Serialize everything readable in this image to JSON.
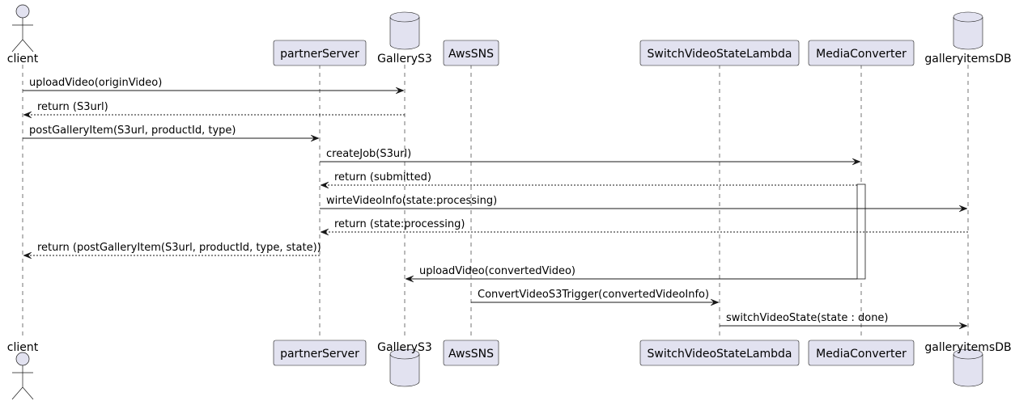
{
  "diagram": {
    "participants": [
      {
        "id": "client",
        "label": "client",
        "kind": "actor"
      },
      {
        "id": "partnerServer",
        "label": "partnerServer",
        "kind": "participant"
      },
      {
        "id": "GalleryS3",
        "label": "GalleryS3",
        "kind": "database"
      },
      {
        "id": "AwsSNS",
        "label": "AwsSNS",
        "kind": "participant"
      },
      {
        "id": "SwitchVideoStateLambda",
        "label": "SwitchVideoStateLambda",
        "kind": "participant"
      },
      {
        "id": "MediaConverter",
        "label": "MediaConverter",
        "kind": "participant"
      },
      {
        "id": "galleryitemsDB",
        "label": "galleryitemsDB",
        "kind": "database"
      }
    ],
    "messages": [
      {
        "from": "client",
        "to": "GalleryS3",
        "label": "uploadVideo(originVideo)",
        "style": "sync"
      },
      {
        "from": "GalleryS3",
        "to": "client",
        "label": "return (S3url)",
        "style": "return"
      },
      {
        "from": "client",
        "to": "partnerServer",
        "label": "postGalleryItem(S3url, productId, type)",
        "style": "sync"
      },
      {
        "from": "partnerServer",
        "to": "MediaConverter",
        "label": "createJob(S3url)",
        "style": "sync"
      },
      {
        "from": "MediaConverter",
        "to": "partnerServer",
        "label": "return (submitted)",
        "style": "return"
      },
      {
        "from": "partnerServer",
        "to": "galleryitemsDB",
        "label": "wirteVideoInfo(state:processing)",
        "style": "sync"
      },
      {
        "from": "galleryitemsDB",
        "to": "partnerServer",
        "label": "return (state:processing)",
        "style": "return"
      },
      {
        "from": "partnerServer",
        "to": "client",
        "label": "return (postGalleryItem(S3url, productId, type, state))",
        "style": "return"
      },
      {
        "from": "MediaConverter",
        "to": "GalleryS3",
        "label": "uploadVideo(convertedVideo)",
        "style": "sync"
      },
      {
        "from": "AwsSNS",
        "to": "SwitchVideoStateLambda",
        "label": "ConvertVideoS3Trigger(convertedVideoInfo)",
        "style": "sync"
      },
      {
        "from": "SwitchVideoStateLambda",
        "to": "galleryitemsDB",
        "label": "switchVideoState(state : done)",
        "style": "sync"
      }
    ],
    "activations": [
      {
        "participant": "MediaConverter",
        "from_message": 4,
        "to_message": 8
      }
    ],
    "colors": {
      "participant_fill": "#e2e2f0",
      "line": "#181818"
    }
  }
}
